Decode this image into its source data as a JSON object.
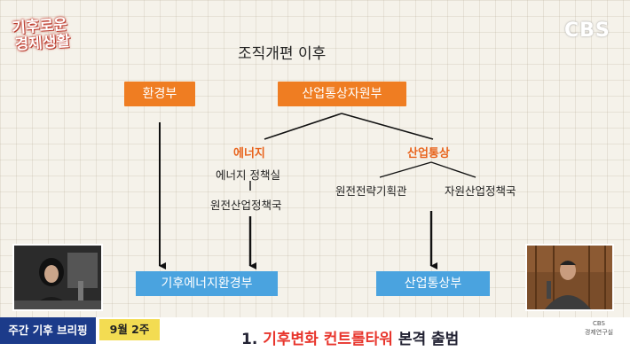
{
  "broadcast": {
    "logo_line1": "기후로운",
    "logo_line2": "경제생활",
    "network_logo": "CBS"
  },
  "diagram": {
    "title": "조직개편 이후",
    "env_ministry": "환경부",
    "industry_ministry": "산업통상자원부",
    "energy_label": "에너지",
    "energy_office": "에너지 정책실",
    "nuclear_bureau": "원전산업정책국",
    "trade_label": "산업통상",
    "nuclear_strategy": "원전전략기획관",
    "resource_bureau": "자원산업정책국",
    "result_climate": "기후에너지환경부",
    "result_trade": "산업통상부"
  },
  "lower_third": {
    "segment": "주간 기후 브리핑",
    "week": "9월 2주",
    "headline_num": "1.",
    "headline_red": "기후변화 컨트롤타워",
    "headline_rest": "본격 출범",
    "seal_top": "CBS",
    "seal_bottom": "경제연구실"
  },
  "colors": {
    "orange_box": "#ef7d22",
    "blue_box": "#4aa3df",
    "segment_bg": "#1c3b8a",
    "week_bg": "#f3dc52",
    "headline_red": "#e8362d"
  }
}
